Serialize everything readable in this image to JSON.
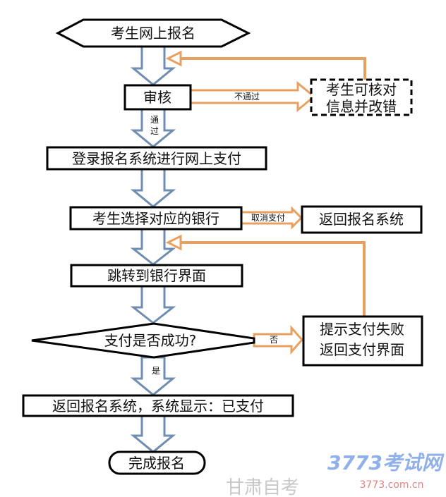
{
  "nodes": {
    "start": "考生网上报名",
    "review": "审核",
    "correct_info": [
      "考生可核对",
      "信息并改错"
    ],
    "login_pay": "登录报名系统进行网上支付",
    "choose_bank": "考生选择对应的银行",
    "return_system": "返回报名系统",
    "jump_bank": "跳转到银行界面",
    "pay_success": "支付是否成功?",
    "pay_fail": [
      "提示支付失败",
      "返回支付界面"
    ],
    "paid": "返回报名系统，系统显示：已支付",
    "finish": "完成报名"
  },
  "edges": {
    "not_pass": "不通过",
    "pass": [
      "通",
      "过"
    ],
    "cancel_pay": "取消支付",
    "no": "否",
    "yes": "是"
  },
  "watermark": {
    "logo": "3773考试网",
    "url": "3773.com.cn",
    "site": "甘肃自考"
  },
  "colors": {
    "flow_arrow": "#6f8db0",
    "alt_arrow": "#e8a060"
  }
}
